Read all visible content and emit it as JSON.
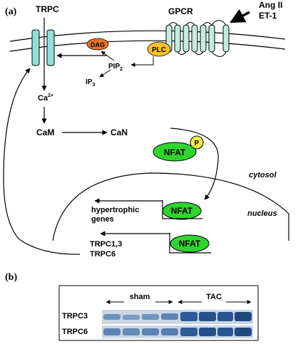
{
  "panel_a": {
    "label": "(a)",
    "trpc": "TRPC",
    "gpcr": "GPCR",
    "agonists": [
      "Ang II",
      "ET-1"
    ],
    "dag": "DAG",
    "plc": "PLC",
    "pip2": "PIP",
    "pip2_sub": "2",
    "ip3": "IP",
    "ip3_sub": "3",
    "ca": "Ca",
    "ca_sup": "2+",
    "cam": "CaM",
    "can": "CaN",
    "nfat": "NFAT",
    "phospho": "P",
    "cytosol": "cytosol",
    "nucleus": "nucleus",
    "hypertrophic_genes": [
      "hypertrophic",
      "genes"
    ],
    "trpc_genes": [
      "TRPC1,3",
      "TRPC6"
    ]
  },
  "panel_b": {
    "label": "(b)",
    "group_sham": "sham",
    "group_tac": "TAC",
    "rows": [
      "TRPC3",
      "TRPC6"
    ]
  },
  "colors": {
    "channel": "#8fe0dc",
    "gpcr": "#bfeee0",
    "dag": "#e8732b",
    "plc": "#f5c12a",
    "nfat": "#2fd52f",
    "phospho": "#f2ea4a",
    "band": "#1c4e8e",
    "blot_bg": "#dde6ee"
  }
}
